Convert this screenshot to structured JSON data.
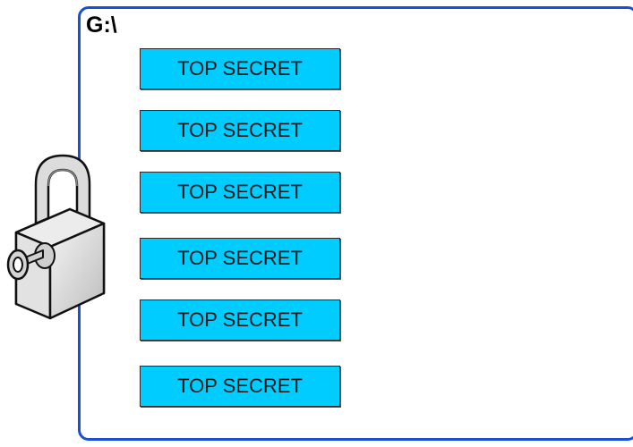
{
  "drive": {
    "label": "G:\\"
  },
  "folders": [
    {
      "label": "TOP SECRET"
    },
    {
      "label": "TOP SECRET"
    },
    {
      "label": "TOP SECRET"
    },
    {
      "label": "TOP SECRET"
    },
    {
      "label": "TOP SECRET"
    },
    {
      "label": "TOP SECRET"
    }
  ],
  "colors": {
    "frame_border": "#1a4fd8",
    "folder_fill": "#00ccff",
    "lock_body": "#d9d9d9"
  },
  "icons": {
    "lock": "padlock-icon",
    "key": "key-icon"
  }
}
